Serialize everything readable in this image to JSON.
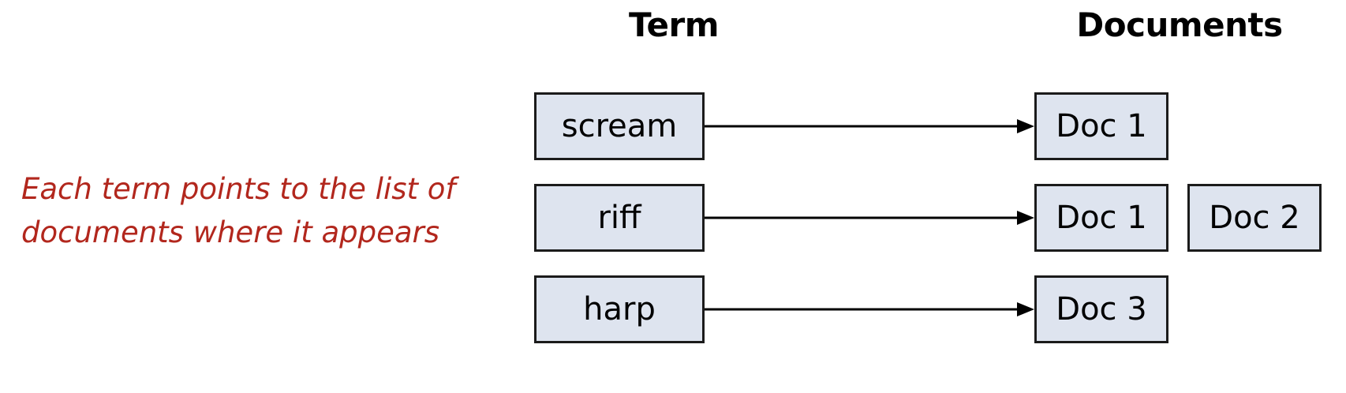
{
  "headers": {
    "term": "Term",
    "documents": "Documents"
  },
  "caption": {
    "text": "Each term points to the list of\ndocuments where it appears",
    "color": "#b2271d"
  },
  "colors": {
    "box_fill": "#dee4ef",
    "box_border": "#1b1b1b",
    "text": "#000000",
    "accent_red": "#b2271d",
    "background": "#ffffff"
  },
  "rows": [
    {
      "term": "scream",
      "arrow": "arrow-right-icon",
      "documents": [
        "Doc 1"
      ]
    },
    {
      "term": "riff",
      "arrow": "arrow-right-icon",
      "documents": [
        "Doc 1",
        "Doc 2"
      ]
    },
    {
      "term": "harp",
      "arrow": "arrow-right-icon",
      "documents": [
        "Doc 3"
      ]
    }
  ]
}
